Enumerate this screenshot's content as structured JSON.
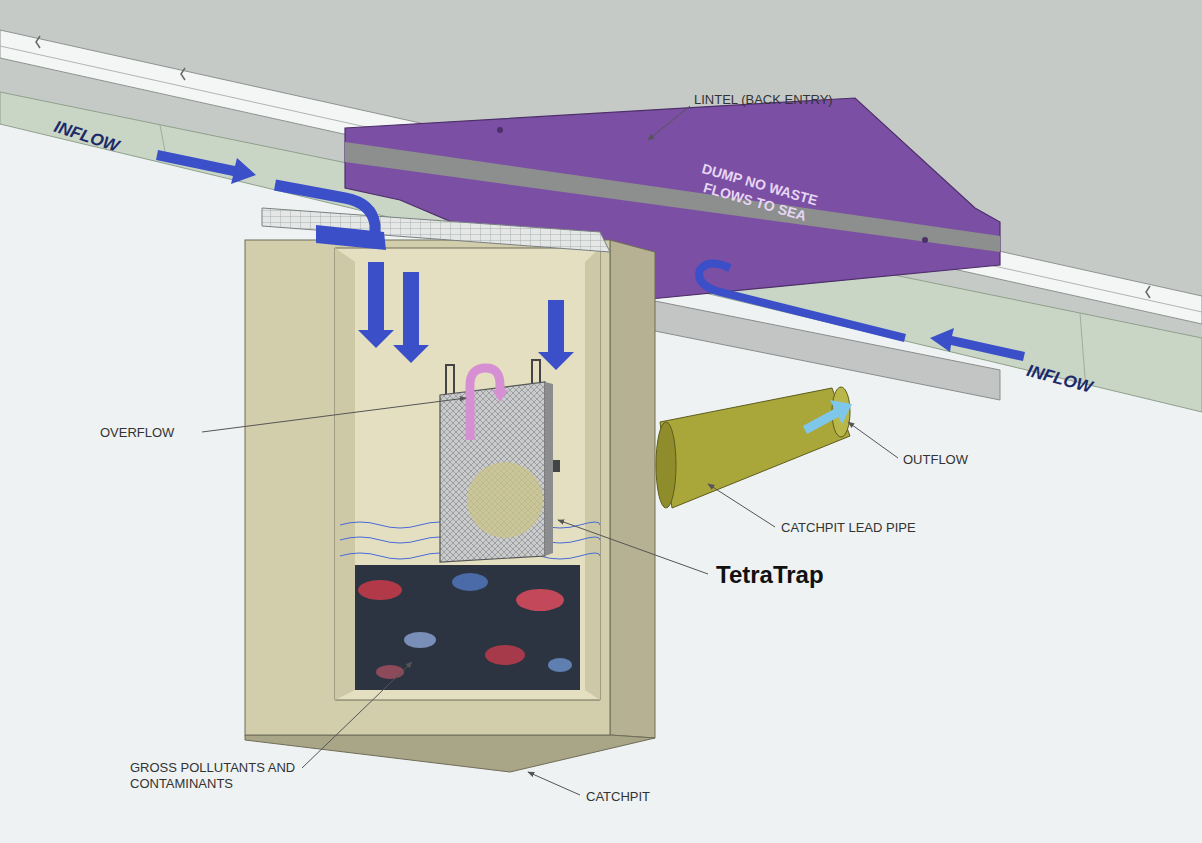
{
  "diagram": {
    "labels": [
      "INFLOW",
      "LINTEL (BACK ENTRY)",
      "DUMP NO WASTE FLOWS TO SEA",
      "OVERFLOW",
      "INFLOW",
      "OUTFLOW",
      "CATCHPIT LEAD PIPE",
      "TetraTrap",
      "GROSS POLLUTANTS AND CONTAMINANTS",
      "CATCHPIT"
    ]
  }
}
